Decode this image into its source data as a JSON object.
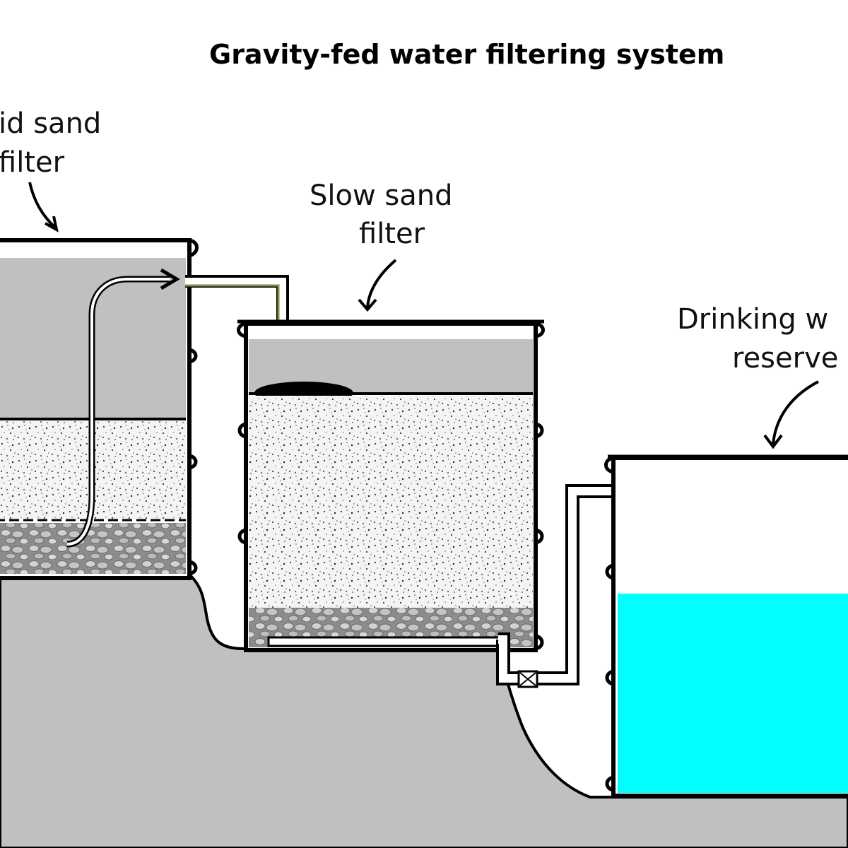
{
  "title": "Gravity-fed water filtering system",
  "labels": {
    "rapid_filter_line1": "id sand",
    "rapid_filter_line2": "filter",
    "slow_filter_line1": "Slow sand",
    "slow_filter_line2": "filter",
    "reservoir_line1": "Drinking w",
    "reservoir_line2": "reserve"
  },
  "colors": {
    "ground": "#c0c0c0",
    "water": "#c0c0c0",
    "drinking_water": "#00ffff",
    "outline": "#000000",
    "tank_wall": "#ffffff",
    "pipe_accent": "#8a8a4a"
  }
}
